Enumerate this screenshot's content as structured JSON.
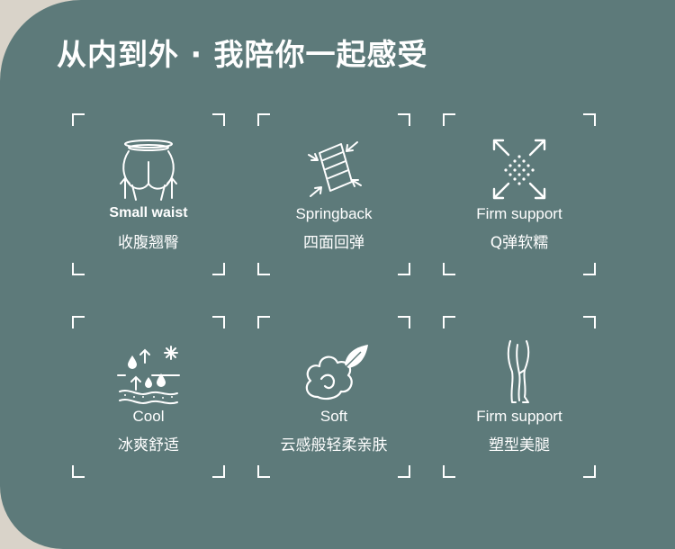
{
  "header": {
    "title": "从内到外 · 我陪你一起感受"
  },
  "features": [
    {
      "en": "Small waist",
      "cn": "收腹翘臀",
      "icon": "waist-hip-icon"
    },
    {
      "en": "Springback",
      "cn": "四面回弹",
      "icon": "stretch-fabric-icon"
    },
    {
      "en": "Firm support",
      "cn": "Q弹软糯",
      "icon": "expand-dots-icon"
    },
    {
      "en": "Cool",
      "cn": "冰爽舒适",
      "icon": "cooling-drops-icon"
    },
    {
      "en": "Soft",
      "cn": "云感般轻柔亲肤",
      "icon": "cotton-leaf-icon"
    },
    {
      "en": "Firm support",
      "cn": "塑型美腿",
      "icon": "legs-icon"
    }
  ],
  "colors": {
    "background": "#5d7a7a",
    "foreground": "#ffffff",
    "edge": "#d9d3c9"
  }
}
